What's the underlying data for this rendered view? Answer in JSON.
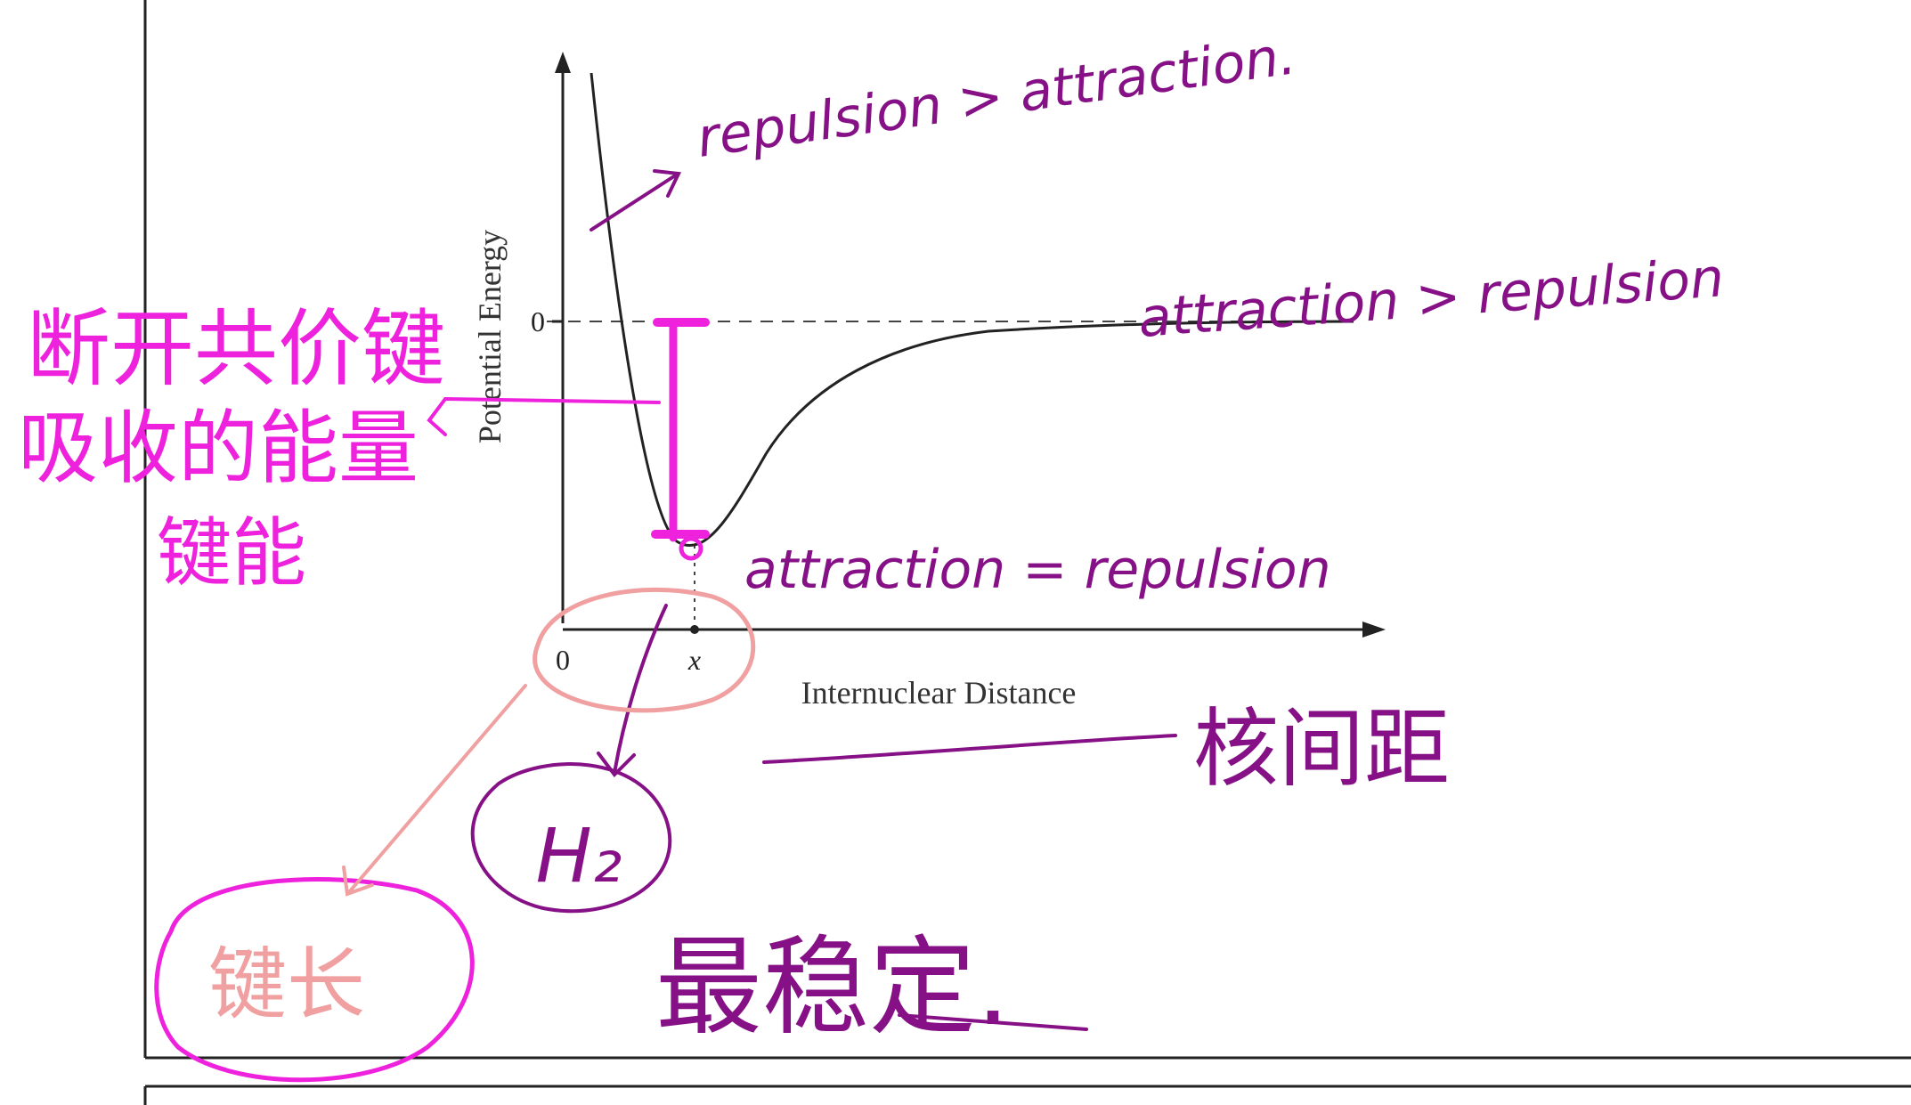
{
  "figure": {
    "y_axis_label": "Potential Energy",
    "x_axis_label": "Internuclear Distance",
    "y_zero_label": "0",
    "x_origin_label": "0",
    "x_eq_label": "x"
  },
  "annotations": {
    "repulsion_dominant": "repulsion > attraction.",
    "attraction_dominant": "attraction > repulsion",
    "equilibrium": "attraction = repulsion",
    "bond_break_energy": "断开共价键",
    "absorbed_energy": "吸收的能量",
    "bond_energy": "键能",
    "nuclear_distance": "核间距",
    "molecule": "H₂",
    "bond_length": "键长",
    "most_stable": "最稳定."
  },
  "colors": {
    "ink": "#222222",
    "magenta": "#ee22dd",
    "purple": "#861186",
    "salmon": "#f0a0a0"
  }
}
